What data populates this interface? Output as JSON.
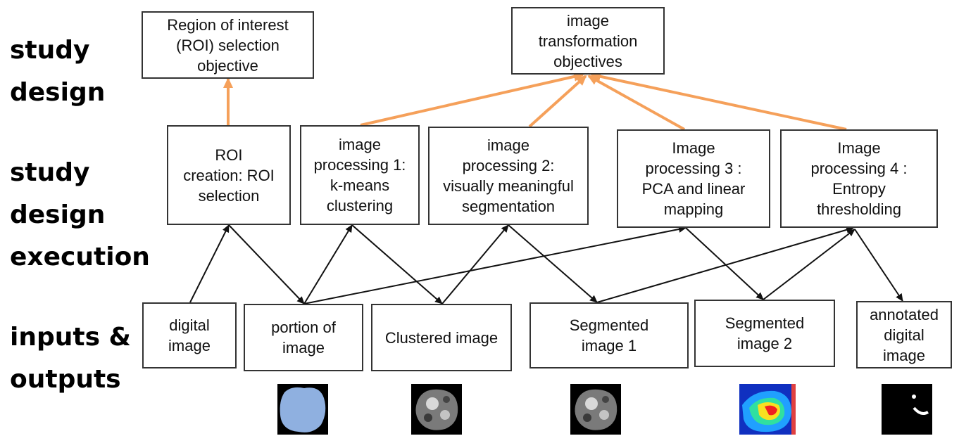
{
  "row_labels": {
    "study_design": "study\ndesign",
    "execution": "study\ndesign\nexecution",
    "io": "inputs &\noutputs"
  },
  "objectives": {
    "roi": "Region of interest\n(ROI) selection\nobjective",
    "transform": "image\ntransformation\nobjectives"
  },
  "processes": {
    "roi_creation": "ROI\ncreation: ROI\nselection",
    "proc1": "image\nprocessing 1:\nk-means\nclustering",
    "proc2": "image\nprocessing 2:\nvisually meaningful\nsegmentation",
    "proc3": "Image\nprocessing 3 :\nPCA and linear\nmapping",
    "proc4": "Image\nprocessing 4 :\nEntropy\nthresholding"
  },
  "io": {
    "digital_image": "digital\nimage",
    "portion": "portion of\nimage",
    "clustered": "Clustered image",
    "segmented1": "Segmented\nimage 1",
    "segmented2": "Segmented\nimage 2",
    "annotated": "annotated\ndigital\nimage"
  },
  "thumbnails": {
    "portion": "blue-mask-thumbnail",
    "clustered": "grayscale-lesion-thumbnail",
    "segmented1": "grayscale-lesion-thumbnail",
    "segmented2": "colormap-thumbnail",
    "annotated": "binary-mask-thumbnail"
  },
  "colors": {
    "objective_edge": "#f5a05a",
    "flow_edge": "#111111"
  }
}
